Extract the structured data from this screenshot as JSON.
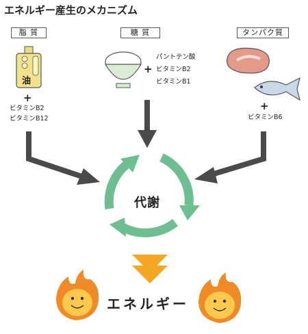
{
  "title": "エネルギー産生のメカニズム",
  "sources": {
    "lipid": {
      "label": "脂 質",
      "bottle_text": "油",
      "plus": "+",
      "vitamins": [
        "ビタミンB2",
        "ビタミンB12"
      ]
    },
    "sugar": {
      "label": "糖 質",
      "plus": "+",
      "vitamins": [
        "パントテン酸",
        "ビタミンB2",
        "ビタミンB1"
      ]
    },
    "protein": {
      "label": "タンパク質",
      "plus": "+",
      "vitamins": [
        "ビタミンB6"
      ]
    }
  },
  "center": {
    "label": "代謝"
  },
  "output": {
    "label": "エネルギー"
  },
  "colors": {
    "cycle": "#6dbf8f",
    "arrow": "#4a4a4a",
    "down_arrow": "#f5a623",
    "flame": "#f08a24"
  }
}
